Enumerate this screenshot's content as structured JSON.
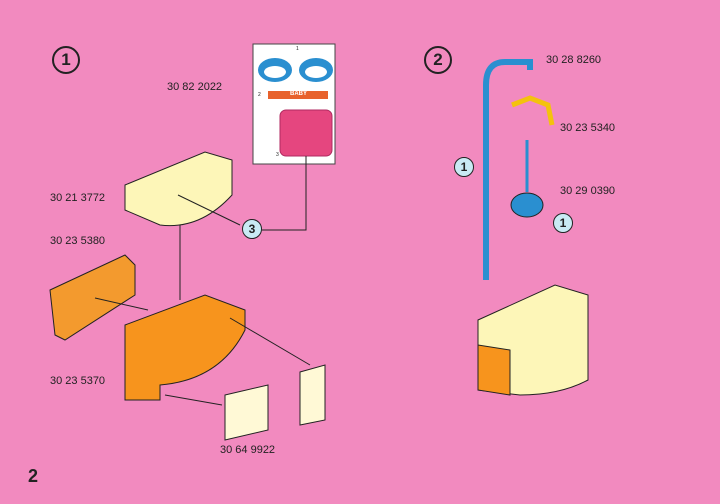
{
  "steps": {
    "one": "1",
    "two": "2"
  },
  "parts": {
    "sticker": "30 82 2022",
    "top": "30 21 3772",
    "back": "30 23 5380",
    "base": "30 23 5370",
    "doors": "30 64 9922",
    "pole": "30 28 8260",
    "mobile": "30 23 5340",
    "lamp": "30 29 0390"
  },
  "callouts": {
    "sticker3": "3",
    "pole1": "1",
    "lamp1": "1"
  },
  "sticker_sheet": {
    "n1": "1",
    "n2": "2",
    "n3": "3",
    "label": "BABY"
  },
  "page_number": "2"
}
